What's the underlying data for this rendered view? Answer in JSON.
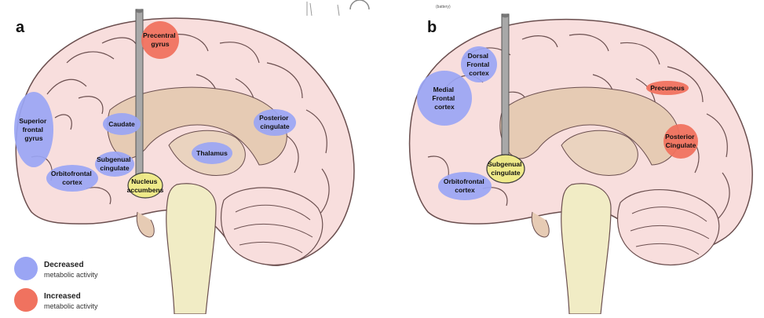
{
  "colors": {
    "decreased": "#9aa5f4",
    "increased": "#f0725f",
    "target": "#efeb86",
    "brain_fill": "#f8dedd",
    "brain_stroke": "#6b4f4f",
    "inner": "#e6cbb4",
    "stem": "#f1ecc5"
  },
  "panel_a": {
    "letter": "a",
    "regions": {
      "superior_frontal": [
        "Superior",
        "frontal",
        "gyrus"
      ],
      "orbitofrontal": [
        "Orbitofrontal",
        "cortex"
      ],
      "subgenual": [
        "Subgenual",
        "cingulate"
      ],
      "caudate": [
        "Caudate"
      ],
      "thalamus": [
        "Thalamus"
      ],
      "posterior_cingulate": [
        "Posterior",
        "cingulate"
      ],
      "precentral": [
        "Precentral",
        "gyrus"
      ],
      "nucleus_accumbens": [
        "Nucleus",
        "accumbens"
      ]
    }
  },
  "panel_b": {
    "letter": "b",
    "regions": {
      "dorsal_frontal": [
        "Dorsal",
        "Frontal",
        "cortex"
      ],
      "medial_frontal": [
        "Medial",
        "Frontal",
        "cortex"
      ],
      "orbitofrontal": [
        "Orbitofrontal",
        "cortex"
      ],
      "subgenual": [
        "Subgenual",
        "cingulate"
      ],
      "precuneus": [
        "Precuneus"
      ],
      "posterior_cingulate": [
        "Posterior",
        "Cingulate"
      ]
    }
  },
  "legend": {
    "decreased_title": "Decreased",
    "decreased_sub": "metabolic activity",
    "increased_title": "Increased",
    "increased_sub": "metabolic activity"
  },
  "top_label": "(battery)"
}
